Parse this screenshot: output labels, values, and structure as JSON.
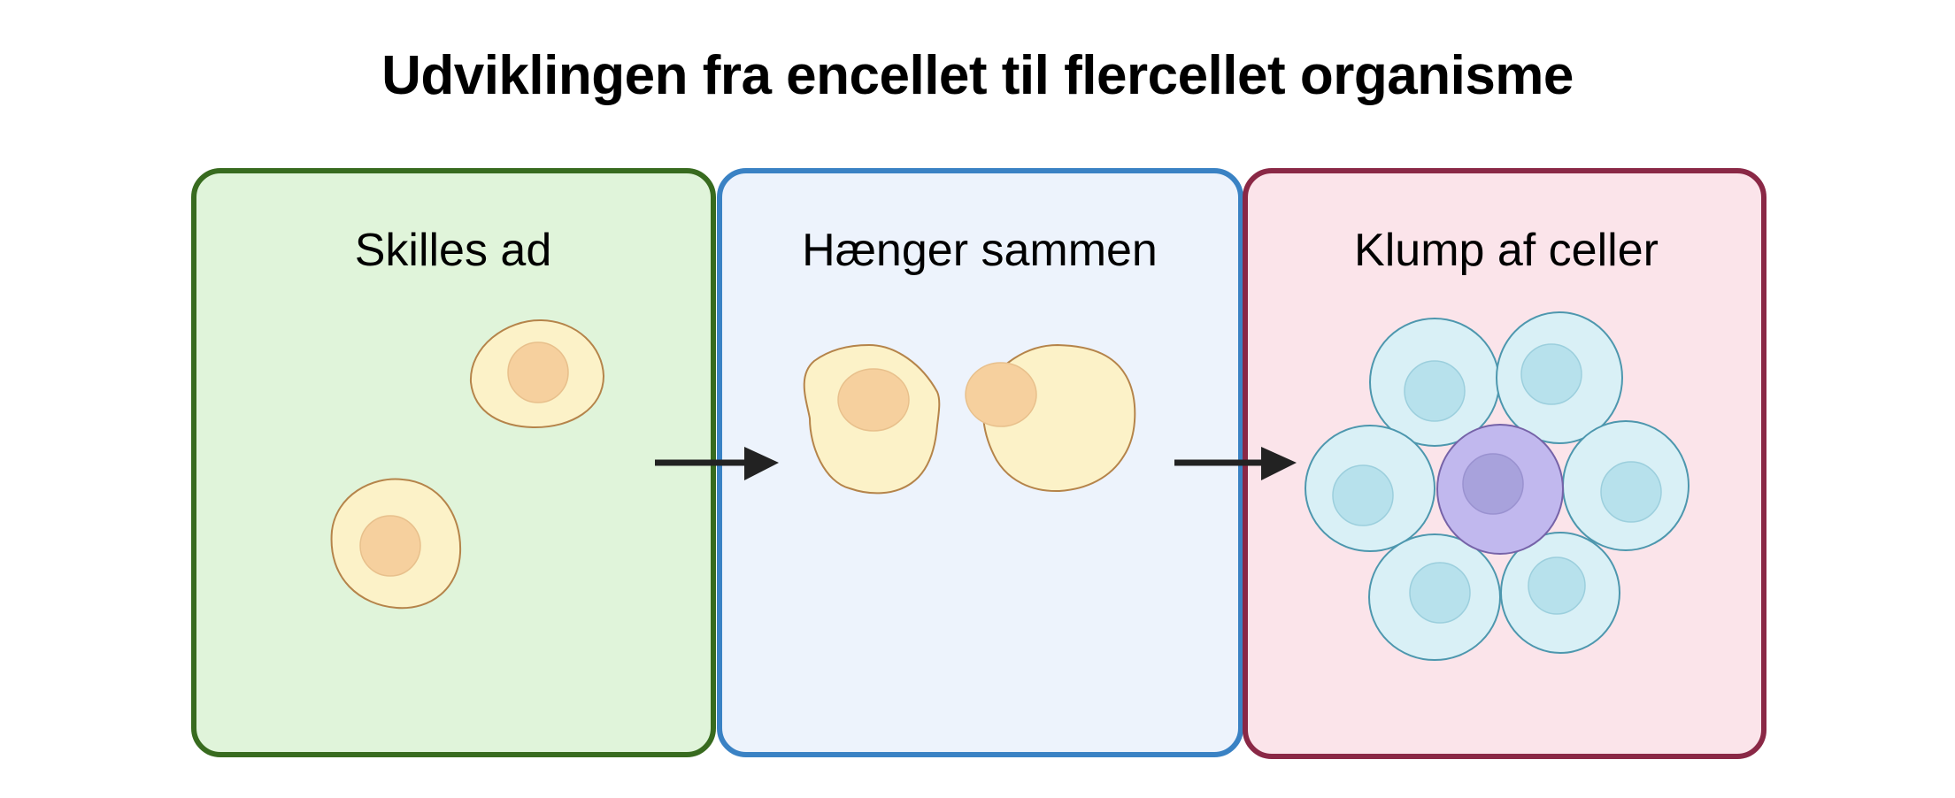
{
  "title": "Udviklingen fra encellet til flercellet organisme",
  "panels": [
    {
      "id": "separate",
      "label": "Skilles ad",
      "border_color": "#386b1f",
      "fill_color": "#e0f4da",
      "cell_count": 2
    },
    {
      "id": "attached",
      "label": "Hænger sammen",
      "border_color": "#3a82c4",
      "fill_color": "#edf3fc",
      "cell_count": 2
    },
    {
      "id": "cluster",
      "label": "Klump af celler",
      "border_color": "#8a2846",
      "fill_color": "#fbe4ea",
      "cell_count": 7
    }
  ],
  "arrows": [
    {
      "from": "separate",
      "to": "attached",
      "icon": "arrow-right-icon"
    },
    {
      "from": "attached",
      "to": "cluster",
      "icon": "arrow-right-icon"
    }
  ],
  "colors": {
    "arrow": "#222222",
    "yellow_cell_fill": "#fcf2c8",
    "yellow_cell_stroke": "#b5844a",
    "yellow_nucleus_fill": "#f6d09e",
    "yellow_nucleus_stroke": "#e8c08c",
    "blue_cell_fill": "#d9f0f6",
    "blue_cell_stroke": "#4d97ae",
    "blue_nucleus_fill": "#b7e1ec",
    "blue_nucleus_stroke": "#9ccfdd",
    "purple_cell_fill": "#c1b8ee",
    "purple_cell_stroke": "#7663a8",
    "purple_nucleus_fill": "#a8a2dc",
    "purple_nucleus_stroke": "#9a92d0"
  }
}
